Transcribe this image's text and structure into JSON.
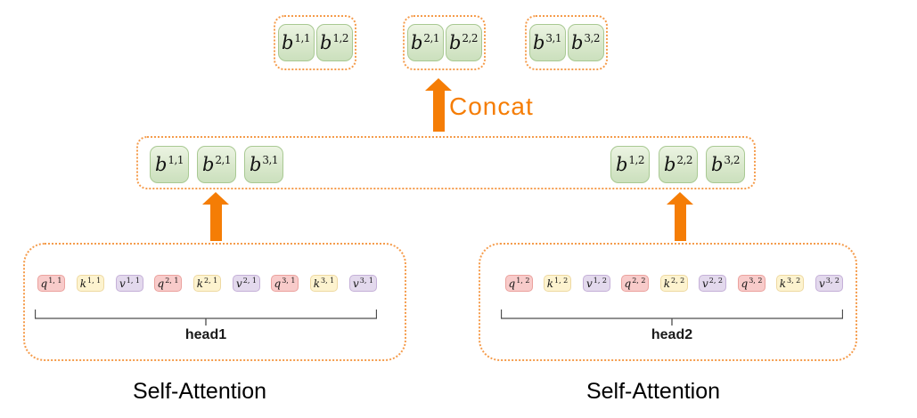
{
  "diagram": {
    "concat_label": "Concat",
    "outputs": [
      {
        "cells": [
          {
            "base": "b",
            "sup": "1,1"
          },
          {
            "base": "b",
            "sup": "1,2"
          }
        ]
      },
      {
        "cells": [
          {
            "base": "b",
            "sup": "2,1"
          },
          {
            "base": "b",
            "sup": "2,2"
          }
        ]
      },
      {
        "cells": [
          {
            "base": "b",
            "sup": "3,1"
          },
          {
            "base": "b",
            "sup": "3,2"
          }
        ]
      }
    ],
    "concat_row": {
      "left": [
        {
          "base": "b",
          "sup": "1,1"
        },
        {
          "base": "b",
          "sup": "2,1"
        },
        {
          "base": "b",
          "sup": "3,1"
        }
      ],
      "right": [
        {
          "base": "b",
          "sup": "1,2"
        },
        {
          "base": "b",
          "sup": "2,2"
        },
        {
          "base": "b",
          "sup": "3,2"
        }
      ]
    },
    "heads": [
      {
        "label": "head1",
        "caption": "Self-Attention",
        "tokens": [
          {
            "base": "q",
            "sup": "1, 1"
          },
          {
            "base": "k",
            "sup": "1, 1"
          },
          {
            "base": "v",
            "sup": "1, 1"
          },
          {
            "base": "q",
            "sup": "2, 1"
          },
          {
            "base": "k",
            "sup": "2, 1"
          },
          {
            "base": "v",
            "sup": "2, 1"
          },
          {
            "base": "q",
            "sup": "3, 1"
          },
          {
            "base": "k",
            "sup": "3, 1"
          },
          {
            "base": "v",
            "sup": "3, 1"
          }
        ]
      },
      {
        "label": "head2",
        "caption": "Self-Attention",
        "tokens": [
          {
            "base": "q",
            "sup": "1, 2"
          },
          {
            "base": "k",
            "sup": "1, 2"
          },
          {
            "base": "v",
            "sup": "1, 2"
          },
          {
            "base": "q",
            "sup": "2, 2"
          },
          {
            "base": "k",
            "sup": "2, 2"
          },
          {
            "base": "v",
            "sup": "2, 2"
          },
          {
            "base": "q",
            "sup": "3, 2"
          },
          {
            "base": "k",
            "sup": "3, 2"
          },
          {
            "base": "v",
            "sup": "3, 2"
          }
        ]
      }
    ]
  },
  "colors": {
    "accent_orange": "#F57D05",
    "dashed_border": "#F59C4C",
    "green_fill": "#d9e8cc",
    "green_border": "#a9c993",
    "q_fill": "#f8cbca",
    "k_fill": "#fdf3cf",
    "v_fill": "#e3d9ed",
    "brace": "#4d4d4d"
  }
}
